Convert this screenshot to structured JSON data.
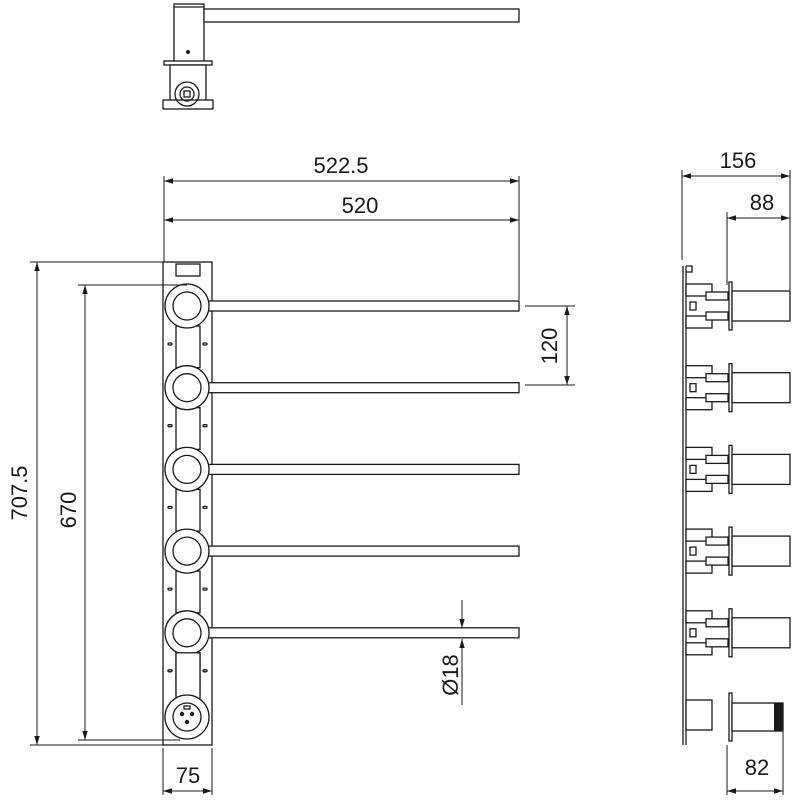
{
  "title": "Towel rail technical drawing",
  "dimensions": {
    "overall_width": "522.5",
    "bar_length": "520",
    "overall_height": "707.5",
    "bar_span_height": "670",
    "bar_spacing": "120",
    "bar_diameter": "Ø18",
    "panel_width": "75",
    "side_depth": "156",
    "bar_projection": "88",
    "socket_projection": "82"
  },
  "bar_count": 5,
  "colors": {
    "line": "#1a1a1a",
    "background": "#ffffff"
  }
}
